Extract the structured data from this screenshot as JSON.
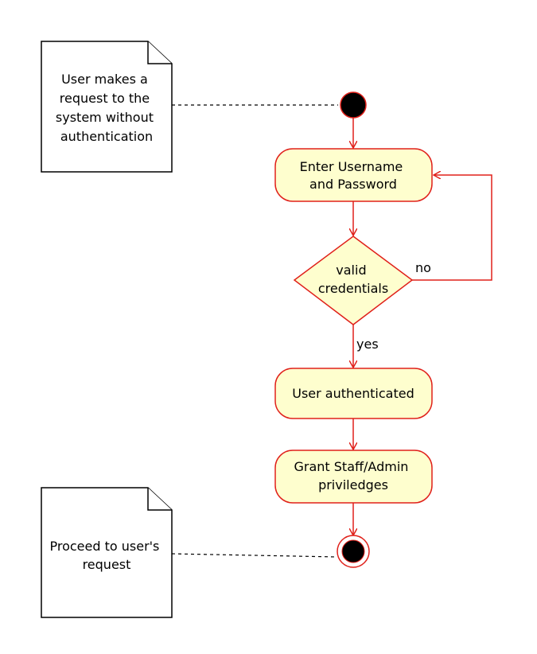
{
  "diagram": {
    "notes": {
      "start": [
        "User makes a",
        "request to the",
        "system without",
        "authentication"
      ],
      "end": [
        "Proceed to user's",
        "request"
      ]
    },
    "activities": {
      "enter_credentials": [
        "Enter Username",
        "and Password"
      ],
      "authenticated": [
        "User authenticated"
      ],
      "grant_privileges": [
        "Grant Staff/Admin",
        "priviledges"
      ]
    },
    "decision": {
      "label": [
        "valid",
        "credentials"
      ],
      "no_label": "no",
      "yes_label": "yes"
    },
    "colors": {
      "node_fill": "#fefece",
      "node_stroke": "#e0201a",
      "note_fill": "#ffffff",
      "note_stroke": "#000000",
      "start_fill": "#000000"
    }
  }
}
